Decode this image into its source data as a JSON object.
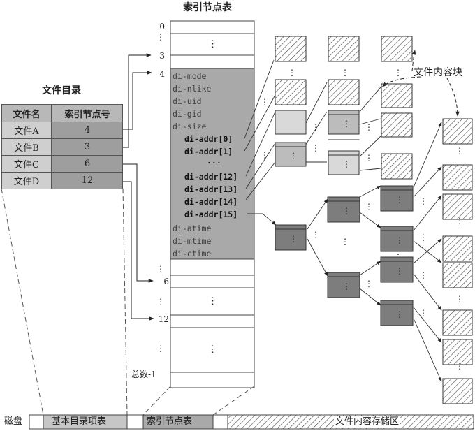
{
  "title": "索引节点表",
  "dir_title": "文件目录",
  "directory": {
    "headers": [
      "文件名",
      "索引节点号"
    ],
    "rows": [
      {
        "name": "文件A",
        "inode": "4"
      },
      {
        "name": "文件B",
        "inode": "3"
      },
      {
        "name": "文件C",
        "inode": "6"
      },
      {
        "name": "文件D",
        "inode": "12"
      }
    ]
  },
  "inode_table": {
    "index_labels": {
      "i0": "0",
      "i3": "3",
      "i4": "4",
      "i6": "6",
      "i12": "12",
      "last": "总数-1"
    },
    "ellipsis": "⋮",
    "fields_top": [
      "di-mode",
      "di-nlike",
      "di-uid",
      "di-gid",
      "di-size"
    ],
    "addr_fields": [
      "di-addr[0]",
      "di-addr[1]",
      "···",
      "di-addr[12]",
      "di-addr[13]",
      "di-addr[14]",
      "di-addr[15]"
    ],
    "fields_bottom": [
      "di-atime",
      "di-mtime",
      "di-ctime"
    ]
  },
  "content_label": "文件内容块",
  "disk": {
    "label": "磁盘",
    "segments": [
      "基本目录项表",
      "索引节点表",
      "文件内容存储区"
    ]
  },
  "colors": {
    "inode_fill": "#a9a9a9",
    "dir_header": "#b8b8b8",
    "dir_name": "#cfcfcf",
    "dir_inode": "#9e9e9e",
    "light_block": "#d9d9d9",
    "mid_block": "#bcbcbc",
    "dark_block": "#7d7d7d"
  }
}
